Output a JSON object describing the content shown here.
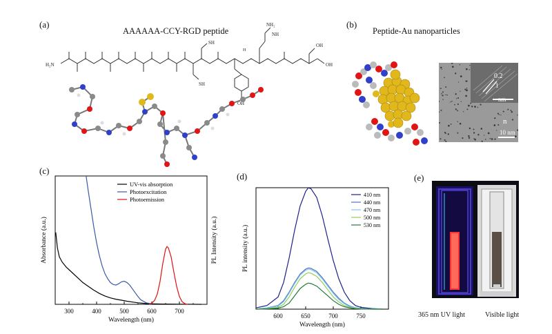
{
  "panels": {
    "a": {
      "label": "(a)",
      "title": "AAAAAA-CCY-RGD peptide"
    },
    "b": {
      "label": "(b)",
      "title": "Peptide-Au nanoparticles",
      "tem": {
        "lattice": "0.2",
        "lattice_unit": "nm",
        "scale_big": "10 nm",
        "scale_small": "n"
      }
    },
    "c": {
      "label": "(c)"
    },
    "d": {
      "label": "(d)"
    },
    "e": {
      "label": "(e)",
      "caption_uv": "365 nm UV light",
      "caption_vis": "Visible light"
    }
  },
  "structure_labels": {
    "nh2": "H₂N",
    "sh1": "SH",
    "sh2": "SH",
    "oh_tyr": "OH",
    "oh1": "OH",
    "oh2": "OH",
    "nh_top": "NH₂",
    "nh_mid": "NH",
    "nh_low": "H"
  },
  "colors": {
    "uvvis": "#000000",
    "excitation": "#3b58a8",
    "emission": "#e01010",
    "s410": "#1b1f8a",
    "s440": "#4f72c9",
    "s470": "#7cc8e0",
    "s500": "#8fcf5a",
    "s530": "#1f7a3a",
    "gold": "#e0b81c",
    "oxygen": "#e01515",
    "nitrogen": "#3040c8",
    "carbon": "#8a8a8a"
  },
  "chart_data": [
    {
      "type": "line",
      "xlabel": "Wavelength (nm)",
      "ylabel_left": "Absorbance (a.u.)",
      "ylabel_right": "PL Intensity (a.u.)",
      "xlim": [
        250,
        800
      ],
      "ylim": [
        0,
        1
      ],
      "xticks": [
        300,
        400,
        500,
        600,
        700
      ],
      "legend": "top-right",
      "series": [
        {
          "name": "UV-vis absorption",
          "x": [
            252,
            258,
            265,
            275,
            290,
            310,
            330,
            350,
            370,
            390,
            410,
            430,
            450,
            470,
            490,
            510,
            530,
            550,
            570,
            590,
            610,
            640,
            700,
            780
          ],
          "y": [
            0.56,
            0.44,
            0.37,
            0.33,
            0.29,
            0.25,
            0.21,
            0.17,
            0.14,
            0.11,
            0.085,
            0.065,
            0.05,
            0.04,
            0.032,
            0.024,
            0.018,
            0.012,
            0.008,
            0.005,
            0.003,
            0.002,
            0.001,
            0.0
          ]
        },
        {
          "name": "Photoexcitation",
          "x": [
            362,
            370,
            380,
            390,
            400,
            410,
            420,
            430,
            440,
            450,
            460,
            470,
            480,
            490,
            500,
            510,
            520,
            530,
            540,
            550,
            560,
            580,
            600
          ],
          "y": [
            1.0,
            0.88,
            0.74,
            0.6,
            0.48,
            0.38,
            0.3,
            0.24,
            0.2,
            0.17,
            0.155,
            0.15,
            0.16,
            0.175,
            0.18,
            0.17,
            0.15,
            0.12,
            0.09,
            0.06,
            0.035,
            0.012,
            0.003
          ]
        },
        {
          "name": "Photoemission",
          "x": [
            590,
            600,
            610,
            620,
            630,
            640,
            650,
            655,
            660,
            670,
            680,
            690,
            700,
            710,
            720,
            730
          ],
          "y": [
            0.0,
            0.01,
            0.03,
            0.08,
            0.18,
            0.32,
            0.43,
            0.45,
            0.44,
            0.37,
            0.25,
            0.14,
            0.06,
            0.02,
            0.005,
            0.0
          ]
        }
      ]
    },
    {
      "type": "line",
      "xlabel": "Wavelength (nm)",
      "ylabel": "PL intensity (a.u.)",
      "xlim": [
        560,
        800
      ],
      "ylim": [
        0,
        1
      ],
      "xticks": [
        600,
        650,
        700,
        750
      ],
      "legend": "top-right",
      "series": [
        {
          "name": "410 nm",
          "x": [
            560,
            580,
            600,
            610,
            620,
            630,
            640,
            650,
            655,
            660,
            670,
            680,
            690,
            700,
            710,
            720,
            730,
            740,
            750,
            770,
            790
          ],
          "y": [
            0.01,
            0.03,
            0.1,
            0.22,
            0.42,
            0.65,
            0.85,
            0.97,
            1.0,
            0.99,
            0.92,
            0.77,
            0.58,
            0.4,
            0.25,
            0.14,
            0.07,
            0.03,
            0.015,
            0.005,
            0.0
          ]
        },
        {
          "name": "440 nm",
          "x": [
            560,
            580,
            600,
            610,
            620,
            630,
            640,
            650,
            655,
            660,
            670,
            680,
            690,
            700,
            710,
            720,
            730,
            740,
            750,
            770,
            790
          ],
          "y": [
            0.0,
            0.01,
            0.03,
            0.07,
            0.14,
            0.22,
            0.29,
            0.33,
            0.34,
            0.335,
            0.31,
            0.26,
            0.2,
            0.14,
            0.09,
            0.05,
            0.025,
            0.012,
            0.005,
            0.002,
            0.0
          ]
        },
        {
          "name": "470 nm",
          "x": [
            560,
            580,
            600,
            610,
            620,
            630,
            640,
            650,
            655,
            660,
            670,
            680,
            690,
            700,
            710,
            720,
            730,
            740,
            750,
            770,
            790
          ],
          "y": [
            0.0,
            0.008,
            0.025,
            0.06,
            0.13,
            0.21,
            0.28,
            0.32,
            0.33,
            0.325,
            0.3,
            0.25,
            0.19,
            0.13,
            0.08,
            0.045,
            0.02,
            0.01,
            0.004,
            0.001,
            0.0
          ]
        },
        {
          "name": "500 nm",
          "x": [
            560,
            580,
            600,
            610,
            620,
            630,
            640,
            650,
            655,
            660,
            670,
            680,
            690,
            700,
            710,
            720,
            730,
            740,
            750,
            770,
            790
          ],
          "y": [
            0.0,
            0.004,
            0.015,
            0.04,
            0.1,
            0.18,
            0.25,
            0.29,
            0.3,
            0.295,
            0.27,
            0.22,
            0.16,
            0.1,
            0.06,
            0.03,
            0.015,
            0.006,
            0.002,
            0.0,
            0.0
          ]
        },
        {
          "name": "530 nm",
          "x": [
            560,
            580,
            600,
            610,
            620,
            630,
            640,
            650,
            655,
            660,
            670,
            680,
            690,
            700,
            710,
            720,
            730,
            740,
            750,
            770,
            790
          ],
          "y": [
            0.0,
            0.002,
            0.008,
            0.02,
            0.05,
            0.11,
            0.17,
            0.205,
            0.215,
            0.21,
            0.19,
            0.15,
            0.11,
            0.07,
            0.04,
            0.02,
            0.01,
            0.004,
            0.001,
            0.0,
            0.0
          ]
        }
      ]
    }
  ]
}
